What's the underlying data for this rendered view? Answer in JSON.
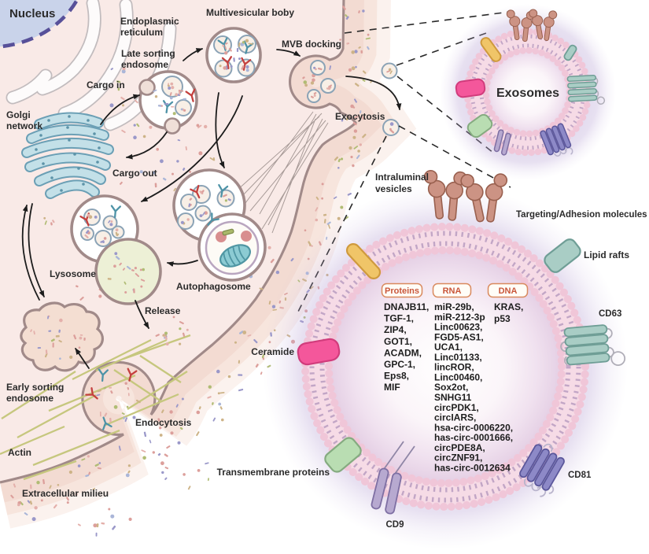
{
  "figure": {
    "type": "cell-biology-diagram",
    "subject": "Exosome biogenesis and release"
  },
  "palette": {
    "cell_fill": "#f9eae7",
    "membrane_line": "#a18a89",
    "membrane_pink": "#f0c6d8",
    "nucleus_fill": "#c9d3ea",
    "nucleus_border": "#575099",
    "golgi_blue": "#c3e0e8",
    "lysosome_green": "#edf0d6",
    "actin_olive": "#c6c77e",
    "glow_purple": "#b7a2d4",
    "protein_yellow": "#f0c568",
    "protein_pink": "#f4579b",
    "protein_green": "#b9ddb2",
    "protein_teal": "#a9cdc5",
    "protein_purple": "#8d89c7",
    "protein_lavender": "#b7a9d0",
    "adhesion_brown": "#cc9384",
    "header_accent": "#c9563a"
  },
  "labels": {
    "nucleus": "Nucleus",
    "endoplasmic_reticulum": [
      "Endoplasmic",
      "reticulum"
    ],
    "multivesicular_body": "Multivesicular boby",
    "late_sorting_endosome": [
      "Late sorting",
      "endosome"
    ],
    "cargo_in": "Cargo in",
    "golgi_network": [
      "Golgi",
      "network"
    ],
    "cargo_out": "Cargo out",
    "mvb_docking": "MVB docking",
    "exocytosis": "Exocytosis",
    "lysosome": "Lysosome",
    "autophagosome": "Autophagosome",
    "release": "Release",
    "early_sorting_endosome": [
      "Early sorting",
      "endosome"
    ],
    "endocytosis": "Endocytosis",
    "actin": "Actin",
    "extracellular_milieu": "Extracellular milieu",
    "exosomes": "Exosomes",
    "intraluminal_vesicles": [
      "Intraluminal",
      "vesicles"
    ],
    "targeting_adhesion": "Targeting/Adhesion molecules",
    "lipid_rafts": "Lipid rafts",
    "cd63": "CD63",
    "ceramide": "Ceramide",
    "transmembrane_proteins": "Transmembrane proteins",
    "cd9": "CD9",
    "cd81": "CD81"
  },
  "cargo_panels": {
    "proteins": {
      "header": "Proteins",
      "items": [
        "DNAJB11,",
        "TGF-1,",
        "ZIP4,",
        "GOT1,",
        "ACADM,",
        "GPC-1,",
        "Eps8,",
        "MIF"
      ]
    },
    "rna": {
      "header": "RNA",
      "items": [
        "miR-29b,",
        "miR-212-3p",
        "Linc00623,",
        "FGD5-AS1,",
        "UCA1,",
        "Linc01133,",
        "lincROR,",
        "Linc00460,",
        "Sox2ot,",
        "SNHG11",
        "circPDK1,",
        "circIARS,",
        "hsa-circ-0006220,",
        "has-circ-0001666,",
        "circPDE8A,",
        "circZNF91,",
        "has-circ-0012634"
      ]
    },
    "dna": {
      "header": "DNA",
      "items": [
        "KRAS,",
        "p53"
      ]
    }
  }
}
